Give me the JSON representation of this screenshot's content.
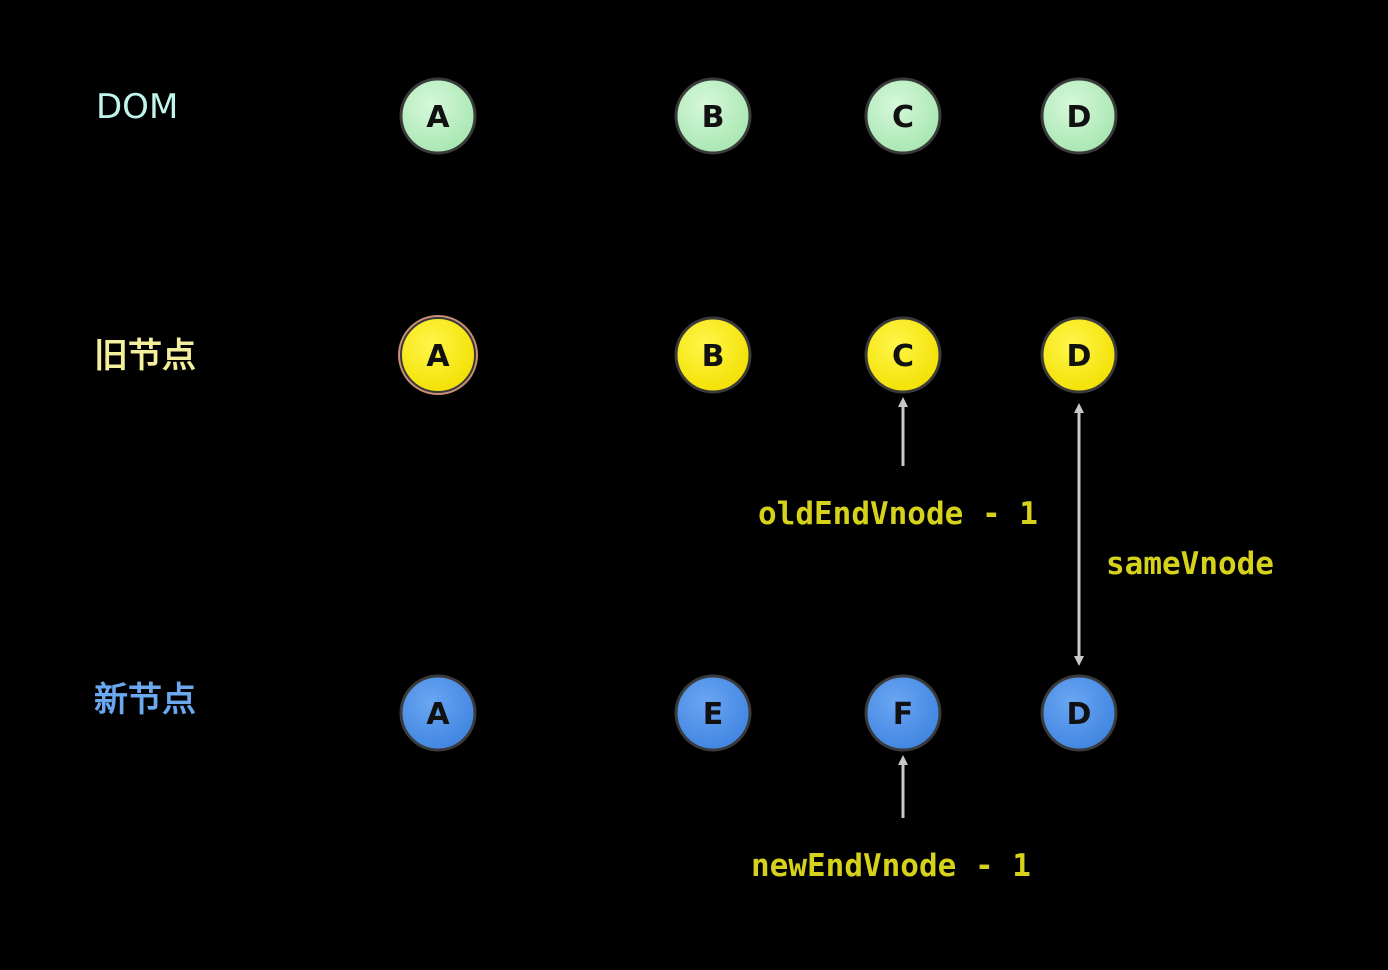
{
  "colors": {
    "background": "#000000",
    "dom_node": "#b8f0c0",
    "old_node": "#ffee00",
    "new_node": "#4a90e8",
    "dom_label": "#bff5ec",
    "old_label": "#f3ef9a",
    "new_label": "#6aa8f0",
    "annotation": "#d6d21c",
    "arrow": "#c8c8c8"
  },
  "rows": {
    "dom": {
      "label": "DOM",
      "nodes": [
        "A",
        "B",
        "C",
        "D"
      ]
    },
    "old": {
      "label": "旧节点",
      "nodes": [
        "A",
        "B",
        "C",
        "D"
      ]
    },
    "new": {
      "label": "新节点",
      "nodes": [
        "A",
        "E",
        "F",
        "D"
      ]
    }
  },
  "annotations": {
    "old_end": "oldEndVnode - 1",
    "new_end": "newEndVnode - 1",
    "same": "sameVnode"
  }
}
